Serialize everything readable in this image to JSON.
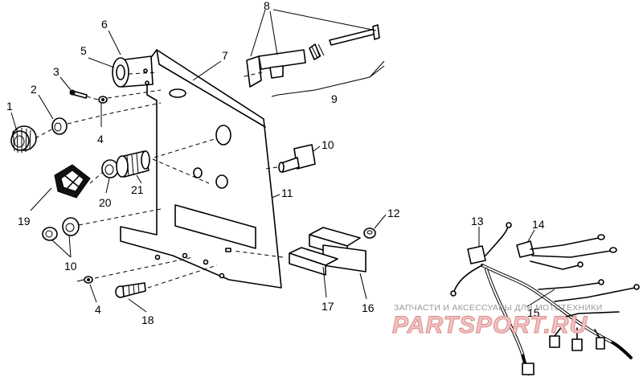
{
  "callouts": {
    "c1": "1",
    "c2": "2",
    "c3": "3",
    "c4a": "4",
    "c4b": "4",
    "c5": "5",
    "c6": "6",
    "c7": "7",
    "c8": "8",
    "c9": "9",
    "c10a": "10",
    "c10b": "10",
    "c11": "11",
    "c12": "12",
    "c13": "13",
    "c14": "14",
    "c15": "15",
    "c16": "16",
    "c17": "17",
    "c18": "18",
    "c19": "19",
    "c20": "20",
    "c21": "21"
  },
  "watermark": {
    "tagline": "ЗАПЧАСТИ И АКСЕССУАРЫ ДЛЯ МОТОТЕХНИКИ",
    "brand": "PARTSPORT.RU"
  },
  "colors": {
    "ink": "#000000",
    "background": "#ffffff",
    "watermark_brand": "#f2c2c2",
    "watermark_text": "#9a9a9a"
  }
}
